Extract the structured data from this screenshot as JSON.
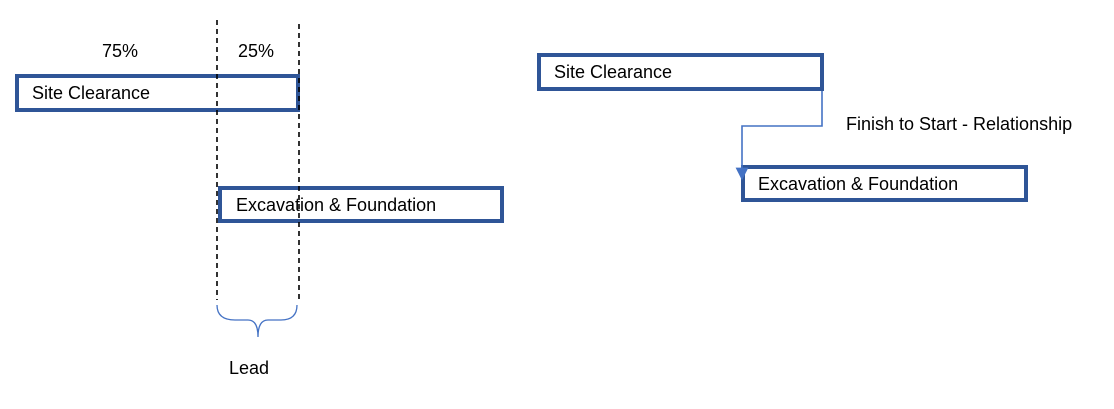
{
  "lead_diagram": {
    "percent_left": "75%",
    "percent_right": "25%",
    "task_a": "Site Clearance",
    "task_b": "Excavation & Foundation",
    "brace_label": "Lead"
  },
  "fs_diagram": {
    "task_a": "Site Clearance",
    "task_b": "Excavation & Foundation",
    "relationship_label": "Finish to Start - Relationship"
  },
  "colors": {
    "box_border": "#2f5597",
    "connector": "#4472c4",
    "text": "#000000"
  }
}
